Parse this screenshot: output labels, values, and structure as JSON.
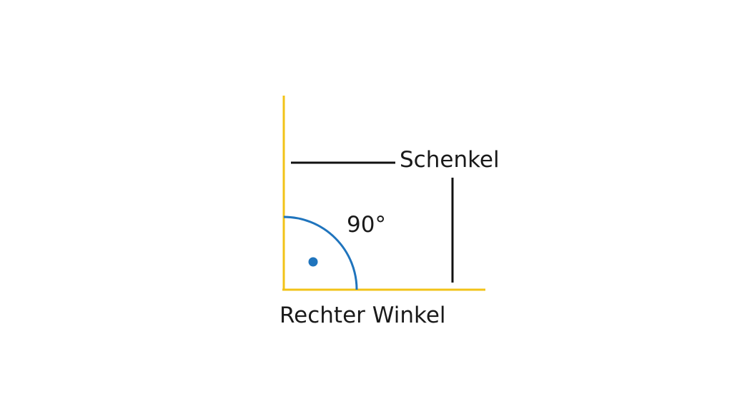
{
  "labels": {
    "leg": "Schenkel",
    "angle": "90°",
    "caption": "Rechter Winkel"
  },
  "colors": {
    "background": "#ffffff",
    "legs": "#f2c318",
    "arc": "#1f74bd",
    "dot": "#1f74bd",
    "pointer_lines": "#111111",
    "text": "#1a1a1a"
  }
}
